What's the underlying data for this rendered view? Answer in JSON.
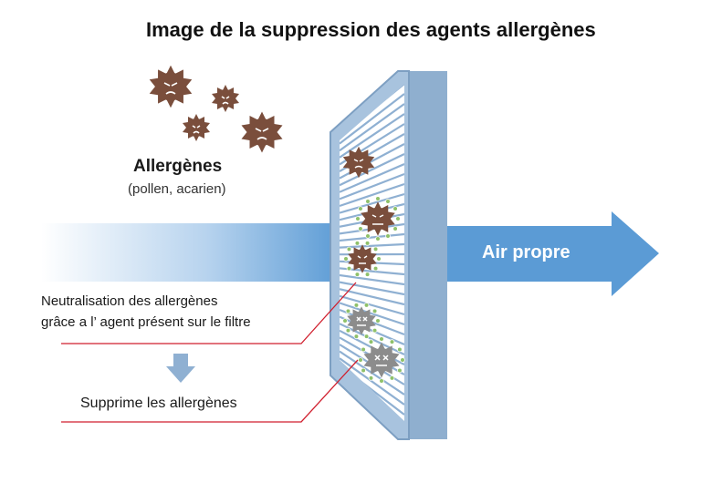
{
  "title": "Image de la suppression des agents allergènes",
  "allergens": {
    "label": "Allergènes",
    "sublabel": "(pollen, acarien)"
  },
  "clean_air_label": "Air propre",
  "neutralization_text": [
    "Neutralisation des allergènes",
    "grâce a l’ agent présent sur le filtre"
  ],
  "removal_text": "Supprime les allergènes",
  "colors": {
    "allergen": "#7a4e3c",
    "allergen_neutralized": "#8c8c8c",
    "agent_dots": "#8fc16a",
    "filter_frame": "#8fafcf",
    "arrow_right": "#5b9bd5",
    "leader_line": "#d01f2e",
    "down_arrow": "#8fb0d2"
  },
  "icons": [
    "allergen-germ-icon",
    "neutralized-germ-icon",
    "down-arrow-icon",
    "right-arrow-icon"
  ]
}
